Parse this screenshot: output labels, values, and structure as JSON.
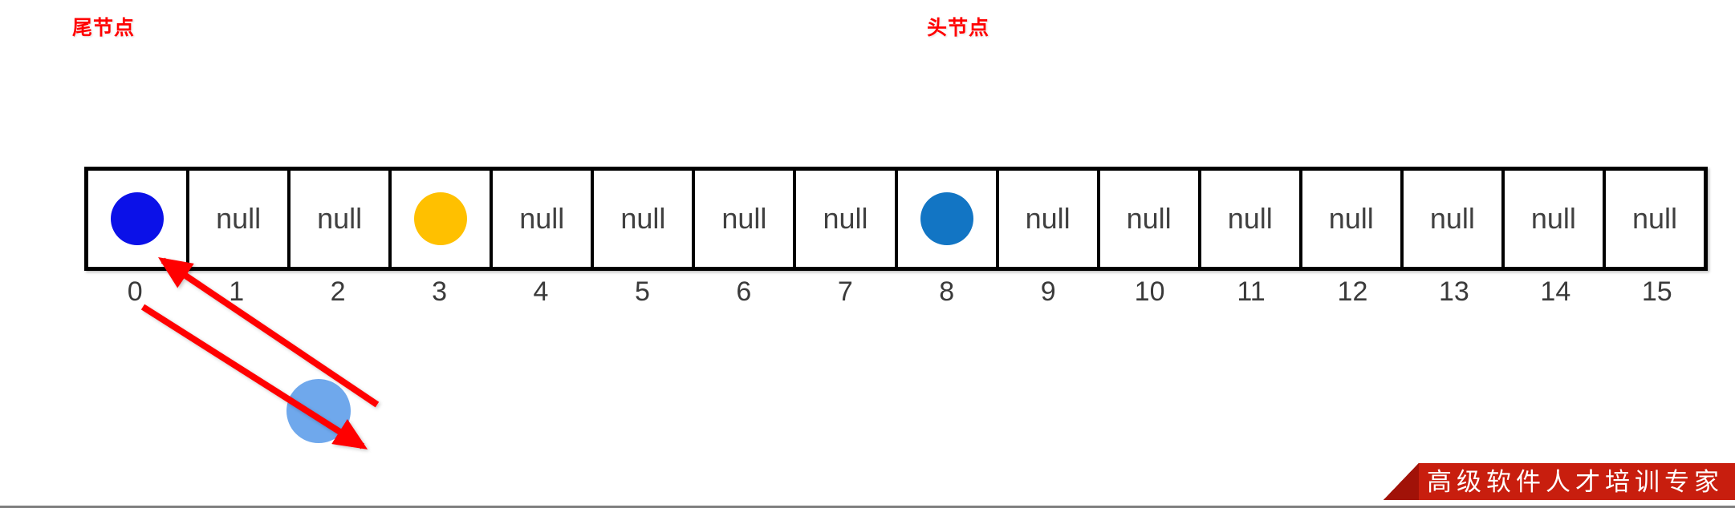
{
  "diagram": {
    "title_annotations": {
      "tail_label": "尾节点",
      "head_label": "头节点"
    },
    "array": {
      "size": 16,
      "cells": [
        {
          "index": "0",
          "kind": "node",
          "value": "",
          "color": "#0B11E8"
        },
        {
          "index": "1",
          "kind": "null",
          "value": "null",
          "color": ""
        },
        {
          "index": "2",
          "kind": "null",
          "value": "null",
          "color": ""
        },
        {
          "index": "3",
          "kind": "node",
          "value": "",
          "color": "#FFC000"
        },
        {
          "index": "4",
          "kind": "null",
          "value": "null",
          "color": ""
        },
        {
          "index": "5",
          "kind": "null",
          "value": "null",
          "color": ""
        },
        {
          "index": "6",
          "kind": "null",
          "value": "null",
          "color": ""
        },
        {
          "index": "7",
          "kind": "null",
          "value": "null",
          "color": ""
        },
        {
          "index": "8",
          "kind": "node",
          "value": "",
          "color": "#1275C4"
        },
        {
          "index": "9",
          "kind": "null",
          "value": "null",
          "color": ""
        },
        {
          "index": "10",
          "kind": "null",
          "value": "null",
          "color": ""
        },
        {
          "index": "11",
          "kind": "null",
          "value": "null",
          "color": ""
        },
        {
          "index": "12",
          "kind": "null",
          "value": "null",
          "color": ""
        },
        {
          "index": "13",
          "kind": "null",
          "value": "null",
          "color": ""
        },
        {
          "index": "14",
          "kind": "null",
          "value": "null",
          "color": ""
        },
        {
          "index": "15",
          "kind": "null",
          "value": "null",
          "color": ""
        }
      ]
    },
    "detached_node": {
      "color": "#6FA8EC",
      "label": ""
    },
    "colors": {
      "pointer_red": "#FF0000",
      "pointer_orange": "#F4922B",
      "pointer_blue": "#4E79B8",
      "node_blue": "#0B11E8",
      "node_amber": "#FFC000",
      "node_steel": "#1275C4",
      "node_light_blue": "#6FA8EC",
      "cell_border": "#000000",
      "null_text": "#404040",
      "index_text": "#3A3A3A"
    }
  },
  "watermark": {
    "text": "高级软件人才培训专家",
    "background": "#C81E0E"
  }
}
